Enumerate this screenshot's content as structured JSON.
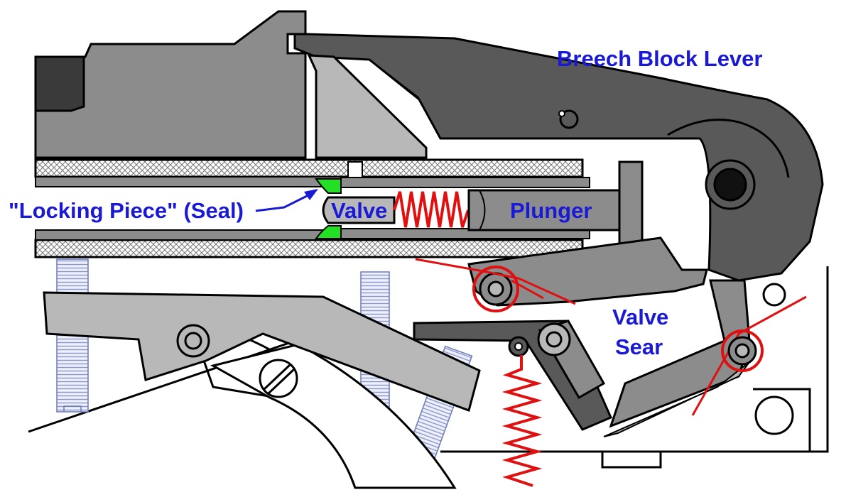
{
  "labels": {
    "breech_block_lever": "Breech Block Lever",
    "locking_piece": "\"Locking Piece\" (Seal)",
    "valve": "Valve",
    "plunger": "Plunger",
    "valve_sear_line1": "Valve",
    "valve_sear_line2": "Sear"
  },
  "colors": {
    "label_blue": "#1a1ad6",
    "spring_red": "#e01010",
    "seal_green": "#22e022",
    "steel_dark": "#555555",
    "steel_mid": "#8c8c8c",
    "steel_light": "#b8b8b8",
    "screw_blue": "#9aa6d8"
  }
}
